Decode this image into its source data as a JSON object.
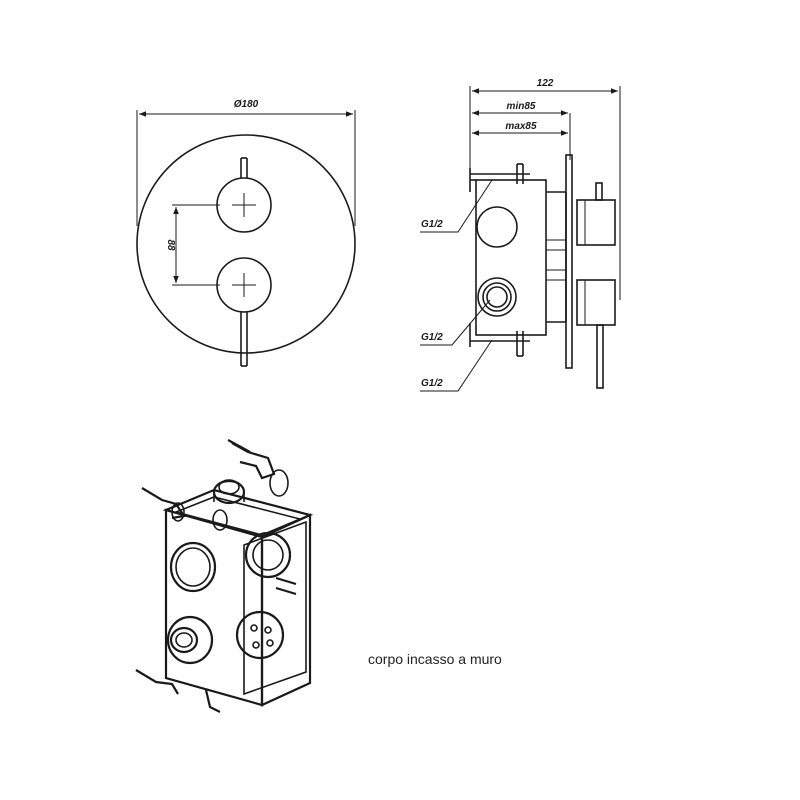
{
  "front_view": {
    "diameter_label": "Ø180",
    "spacing_label": "88"
  },
  "side_view": {
    "total_depth_label": "122",
    "min_label": "min85",
    "max_label": "max85",
    "thread_top_label": "G1/2",
    "thread_mid_label": "G1/2",
    "thread_bottom_label": "G1/2"
  },
  "iso_view": {
    "caption": "corpo incasso a muro"
  }
}
